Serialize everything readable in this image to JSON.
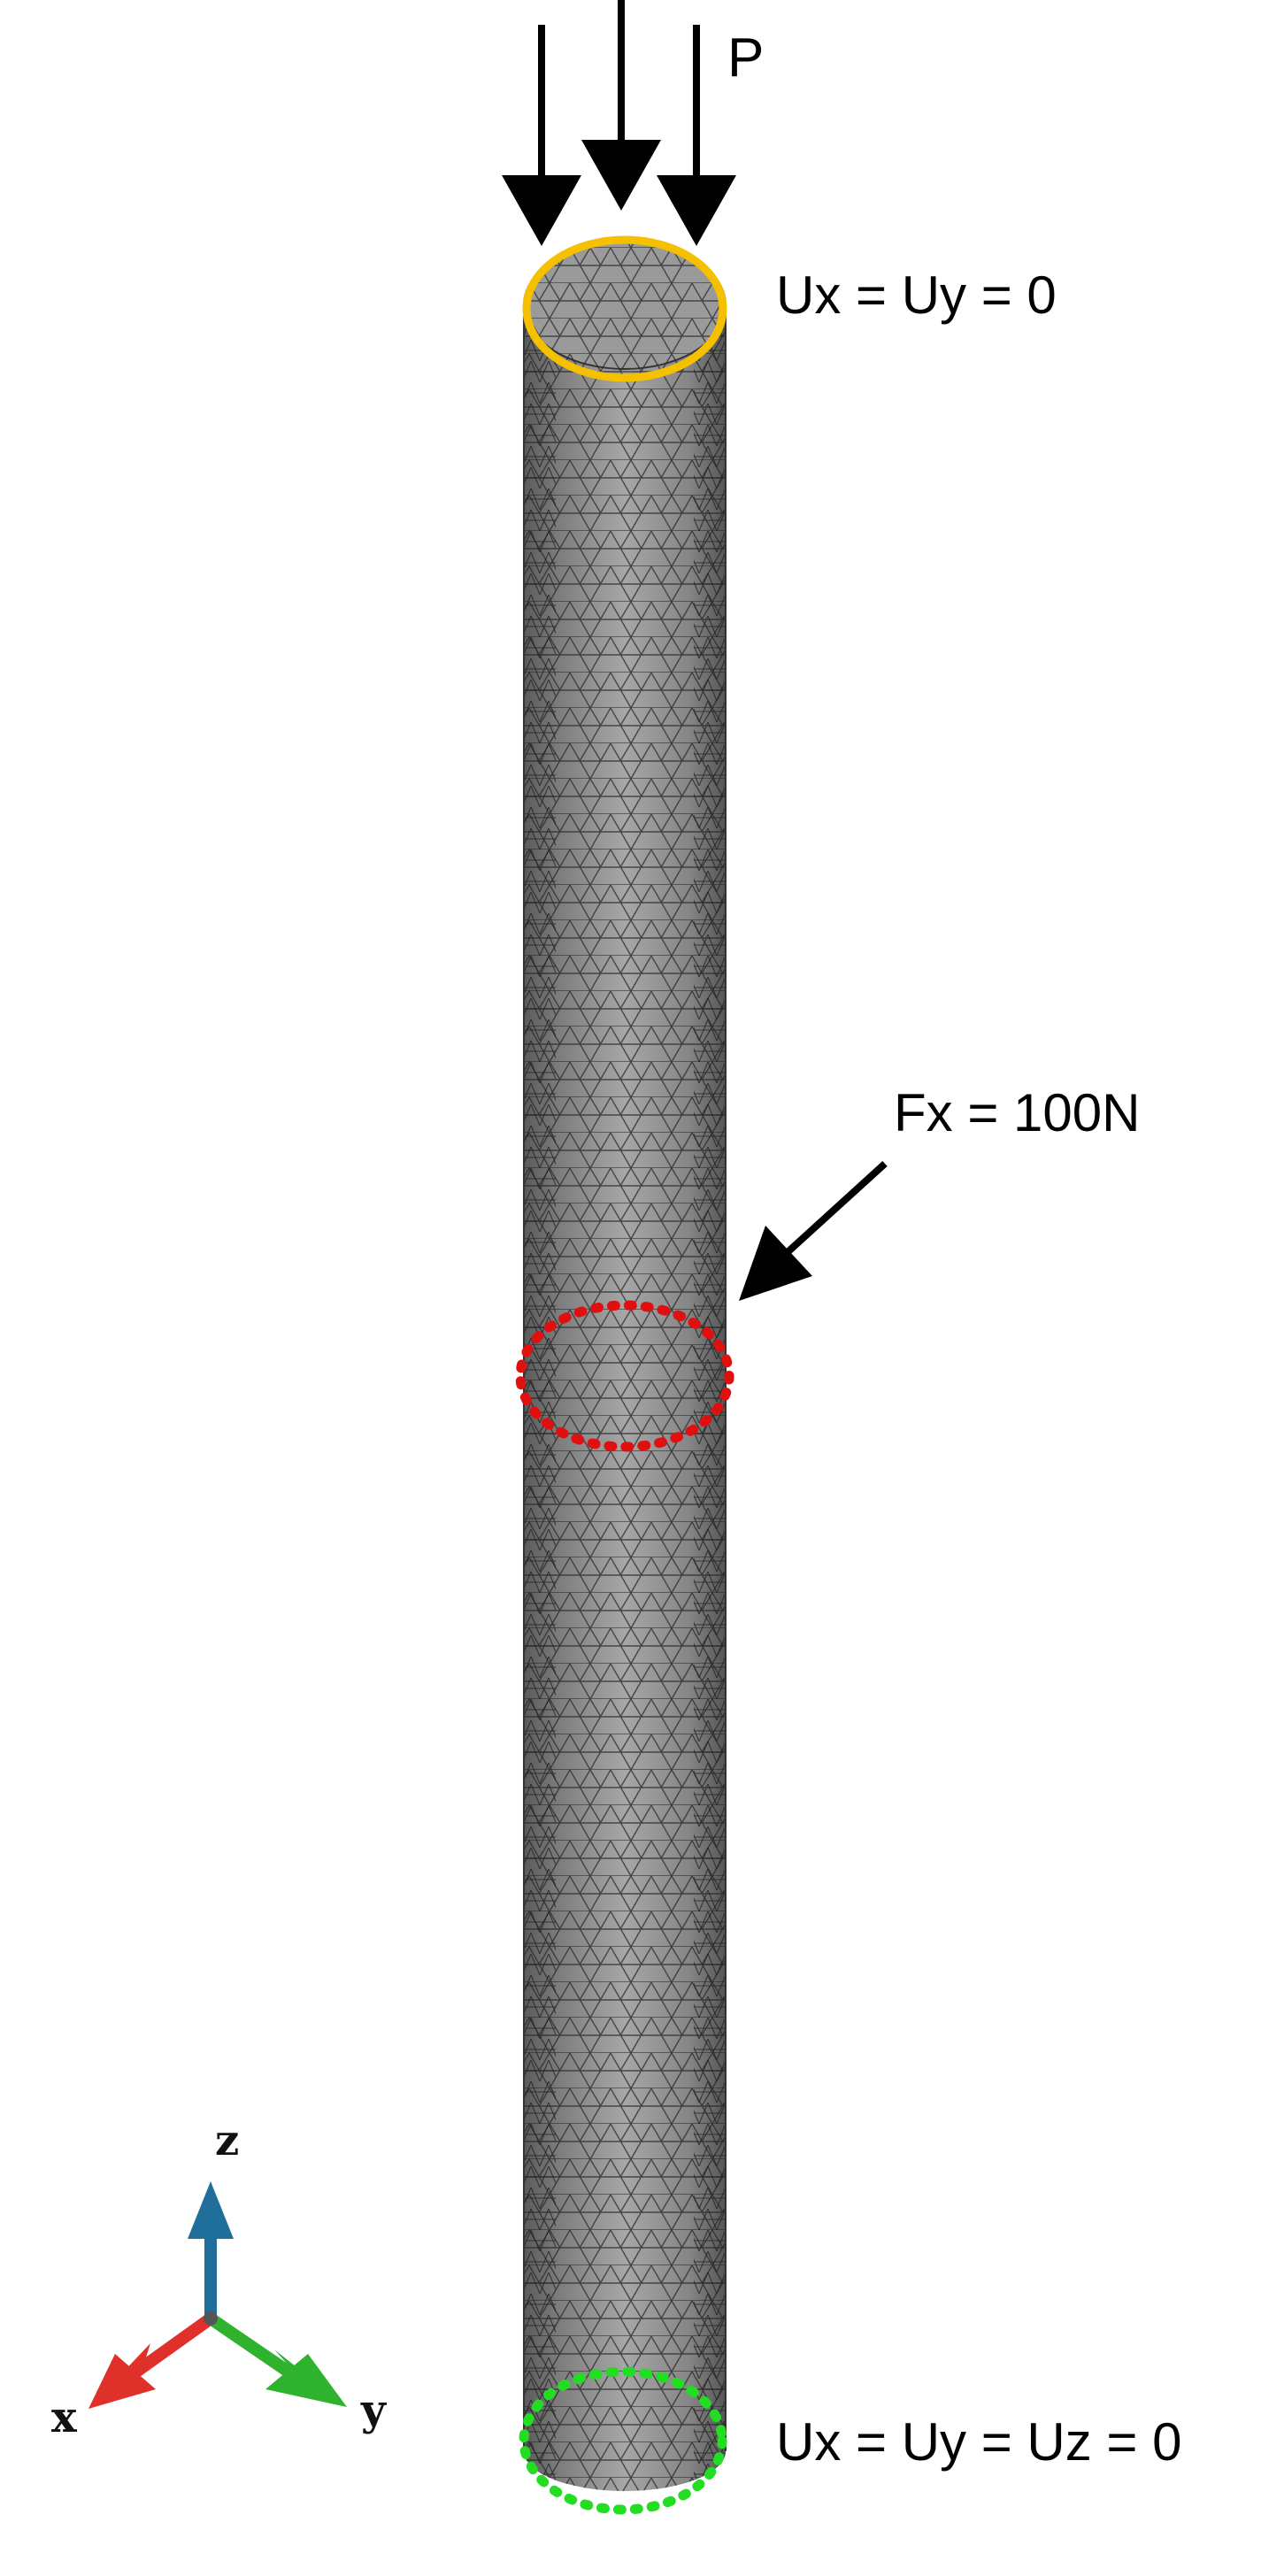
{
  "labels": {
    "load": "P",
    "top_bc": "Ux = Uy = 0",
    "side_force": "Fx = 100N",
    "bottom_bc": "Ux = Uy = Uz = 0"
  },
  "axes": {
    "x": "x",
    "y": "y",
    "z": "z"
  },
  "colors": {
    "top_ring": "#f5c000",
    "mid_ring": "#e01010",
    "bottom_ring": "#22dd22",
    "axis_x": "#e0302a",
    "axis_y": "#2fb32f",
    "axis_z": "#1f6f9a",
    "mesh_fill": "#8c8c8c",
    "mesh_line": "#262626"
  }
}
